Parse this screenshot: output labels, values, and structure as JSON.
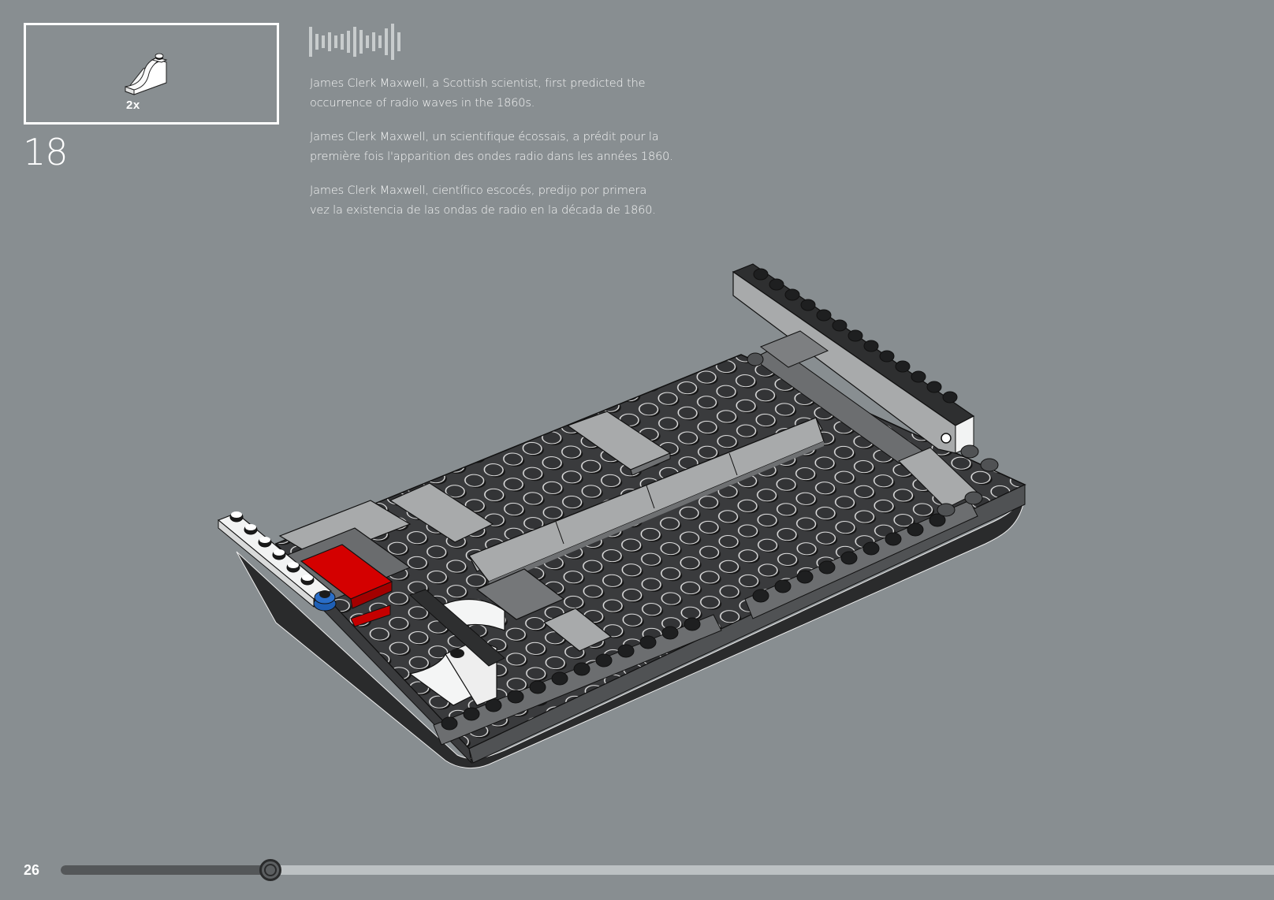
{
  "page": {
    "background": "#888e91",
    "page_number": "26"
  },
  "parts_callout": {
    "items": [
      {
        "part": "white-curved-arch-slope-1x3",
        "icon": "white-arch-brick-icon",
        "quantity_label": "2x",
        "color": "#ffffff"
      }
    ]
  },
  "step": {
    "number": "18"
  },
  "fact_box": {
    "icon": "audio-waveform-icon",
    "waveform_bar_heights": [
      38,
      20,
      16,
      24,
      16,
      20,
      28,
      38,
      30,
      16,
      24,
      16,
      32,
      46,
      24
    ],
    "paragraphs": [
      {
        "lang": "en",
        "lines": [
          "James Clerk Maxwell, a Scottish scientist, first predicted the",
          "occurrence of radio waves in the 1860s."
        ]
      },
      {
        "lang": "fr",
        "lines": [
          "James Clerk Maxwell, un scientifique écossais, a prédit pour la",
          "première fois l'apparition des ondes radio dans les années 1860."
        ]
      },
      {
        "lang": "es",
        "lines": [
          "James Clerk Maxwell, científico escocés, predijo por primera",
          "vez la existencia de las ondas de radio en la década de 1860."
        ]
      }
    ]
  },
  "model_illustration": {
    "description": "LEGO build model: dark grey baseplate with light grey tiles, white arch bricks, red tile, blue round plate, raised grey beam",
    "colors": {
      "dark_bluish_grey": "#3a3b3d",
      "stud_dark": "#2b2c2d",
      "light_grey": "#a8aaab",
      "medium_grey": "#7b7d7f",
      "white": "#f2f3f3",
      "red": "#d40000",
      "blue": "#1f5fb4",
      "outline": "#111111"
    }
  },
  "progress": {
    "percent": 17.3,
    "track_color": "#bcc1c3",
    "fill_color": "#545759"
  }
}
